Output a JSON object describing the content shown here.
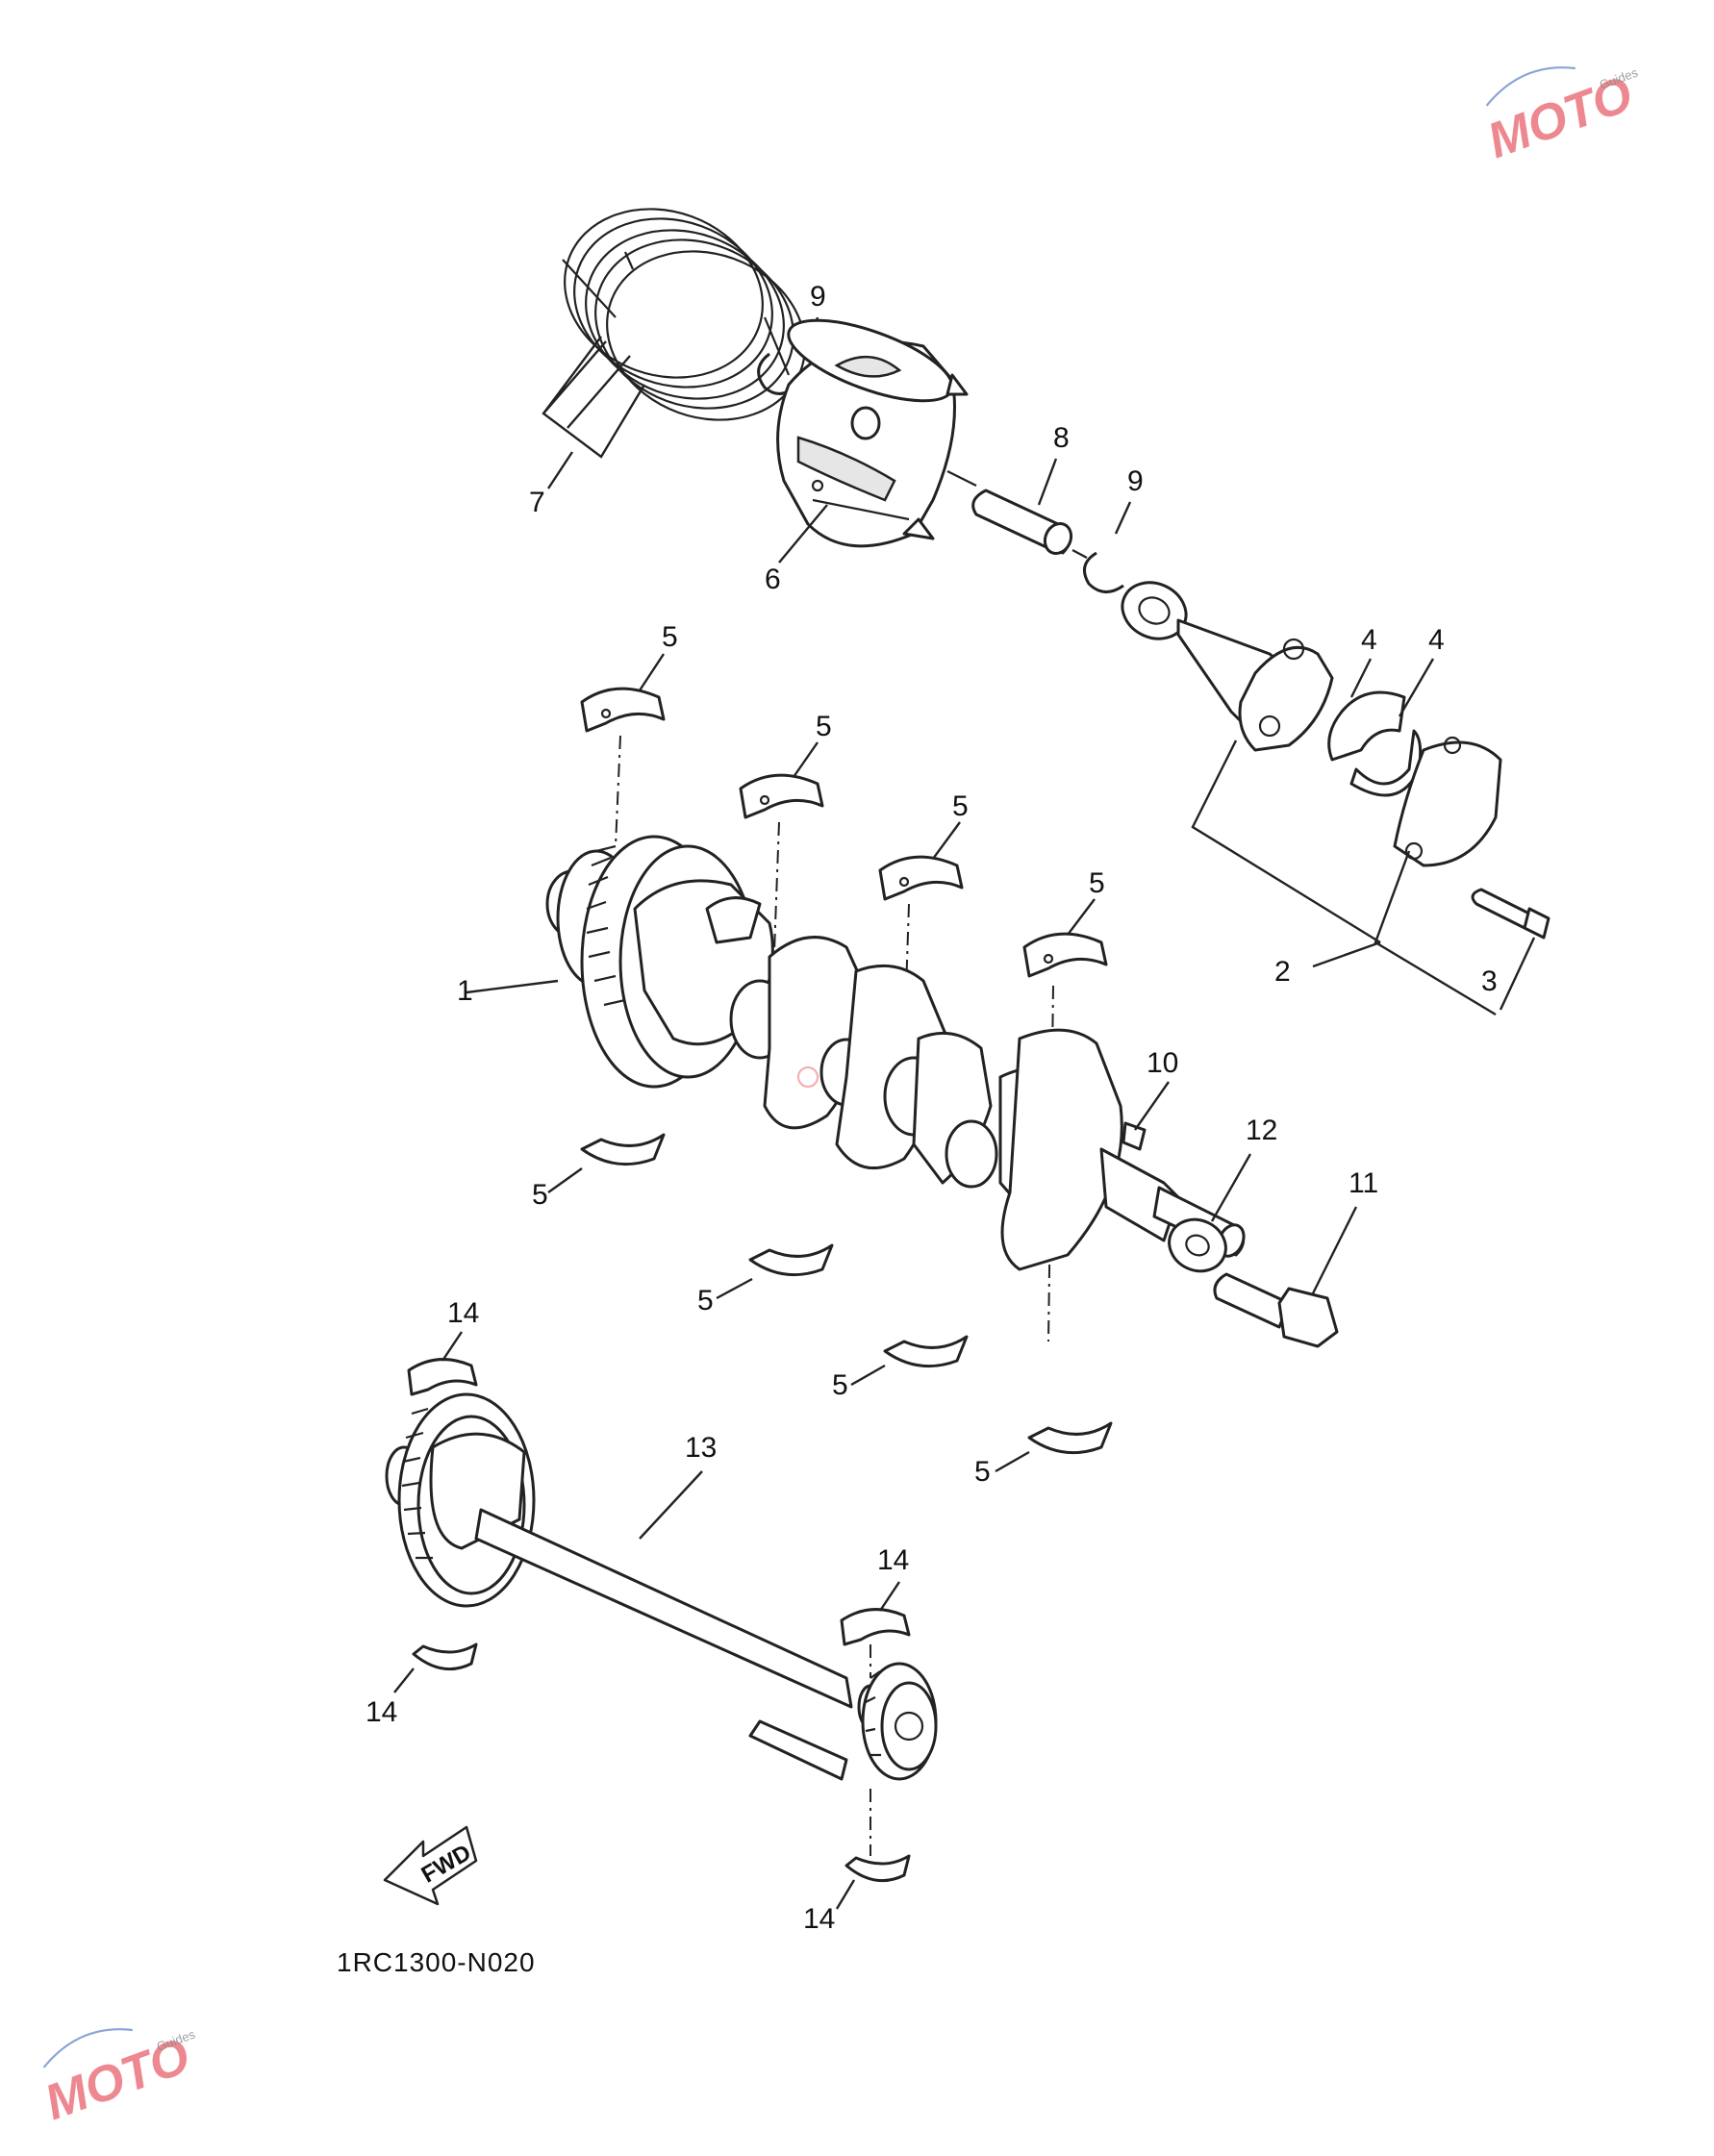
{
  "diagram_code": "1RC1300-N020",
  "fwd_label": "FWD",
  "watermark": {
    "brand": "MOTO",
    "sub": "Guides",
    "color": "#e8616c"
  },
  "callouts": [
    {
      "id": "c1",
      "text": "1"
    },
    {
      "id": "c2",
      "text": "2"
    },
    {
      "id": "c3",
      "text": "3"
    },
    {
      "id": "c4a",
      "text": "4"
    },
    {
      "id": "c4b",
      "text": "4"
    },
    {
      "id": "c5a",
      "text": "5"
    },
    {
      "id": "c5b",
      "text": "5"
    },
    {
      "id": "c5c",
      "text": "5"
    },
    {
      "id": "c5d",
      "text": "5"
    },
    {
      "id": "c5e",
      "text": "5"
    },
    {
      "id": "c5f",
      "text": "5"
    },
    {
      "id": "c5g",
      "text": "5"
    },
    {
      "id": "c5h",
      "text": "5"
    },
    {
      "id": "c6",
      "text": "6"
    },
    {
      "id": "c7",
      "text": "7"
    },
    {
      "id": "c8",
      "text": "8"
    },
    {
      "id": "c9a",
      "text": "9"
    },
    {
      "id": "c9b",
      "text": "9"
    },
    {
      "id": "c10",
      "text": "10"
    },
    {
      "id": "c11",
      "text": "11"
    },
    {
      "id": "c12",
      "text": "12"
    },
    {
      "id": "c13",
      "text": "13"
    },
    {
      "id": "c14a",
      "text": "14"
    },
    {
      "id": "c14b",
      "text": "14"
    },
    {
      "id": "c14c",
      "text": "14"
    },
    {
      "id": "c14d",
      "text": "14"
    }
  ]
}
